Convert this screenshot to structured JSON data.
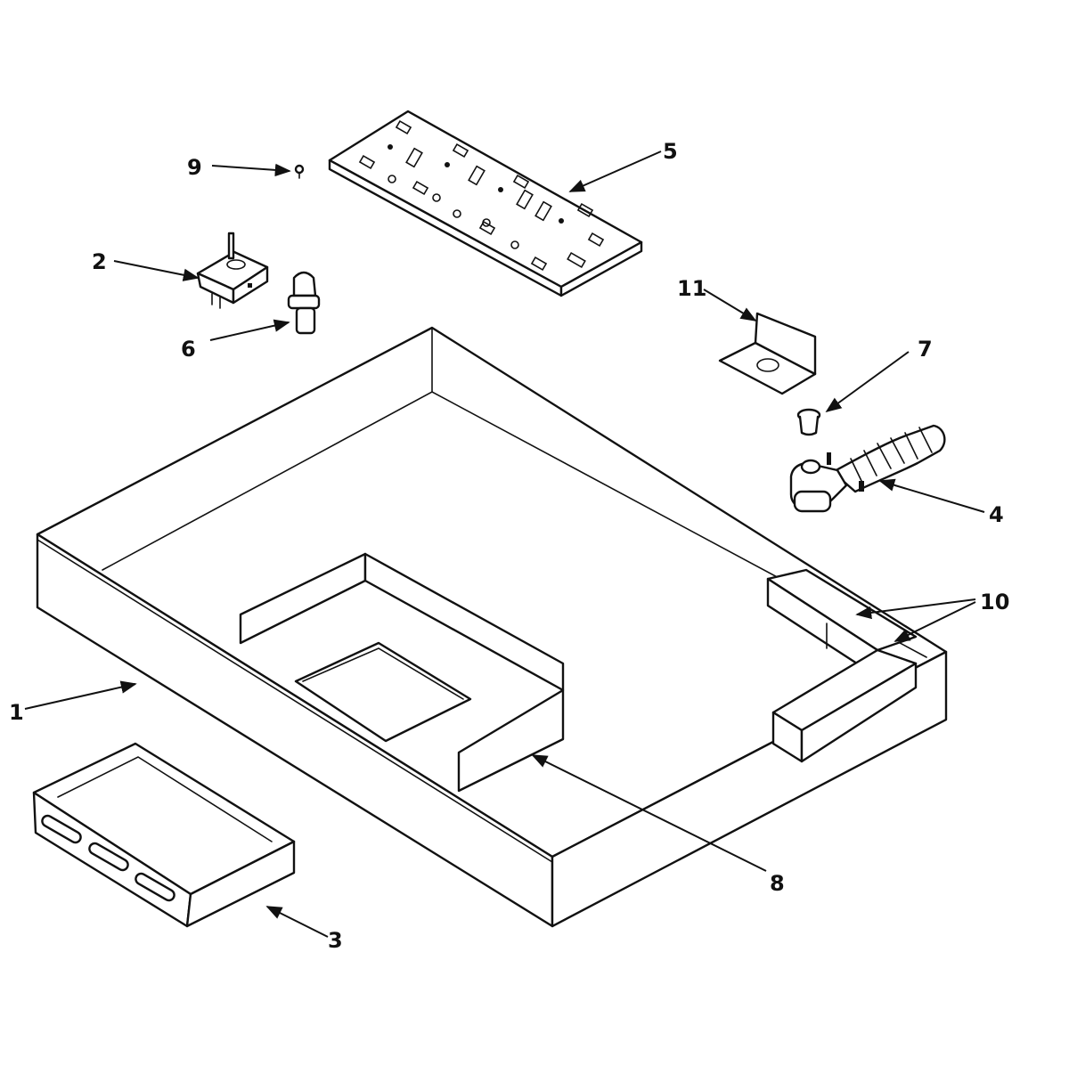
{
  "diagram": {
    "callouts": {
      "c1": "1",
      "c2": "2",
      "c3": "3",
      "c4": "4",
      "c5": "5",
      "c6": "6",
      "c7": "7",
      "c8": "8",
      "c9": "9",
      "c10": "10",
      "c11": "11"
    },
    "colors": {
      "line": "#111111",
      "background": "#ffffff"
    }
  }
}
